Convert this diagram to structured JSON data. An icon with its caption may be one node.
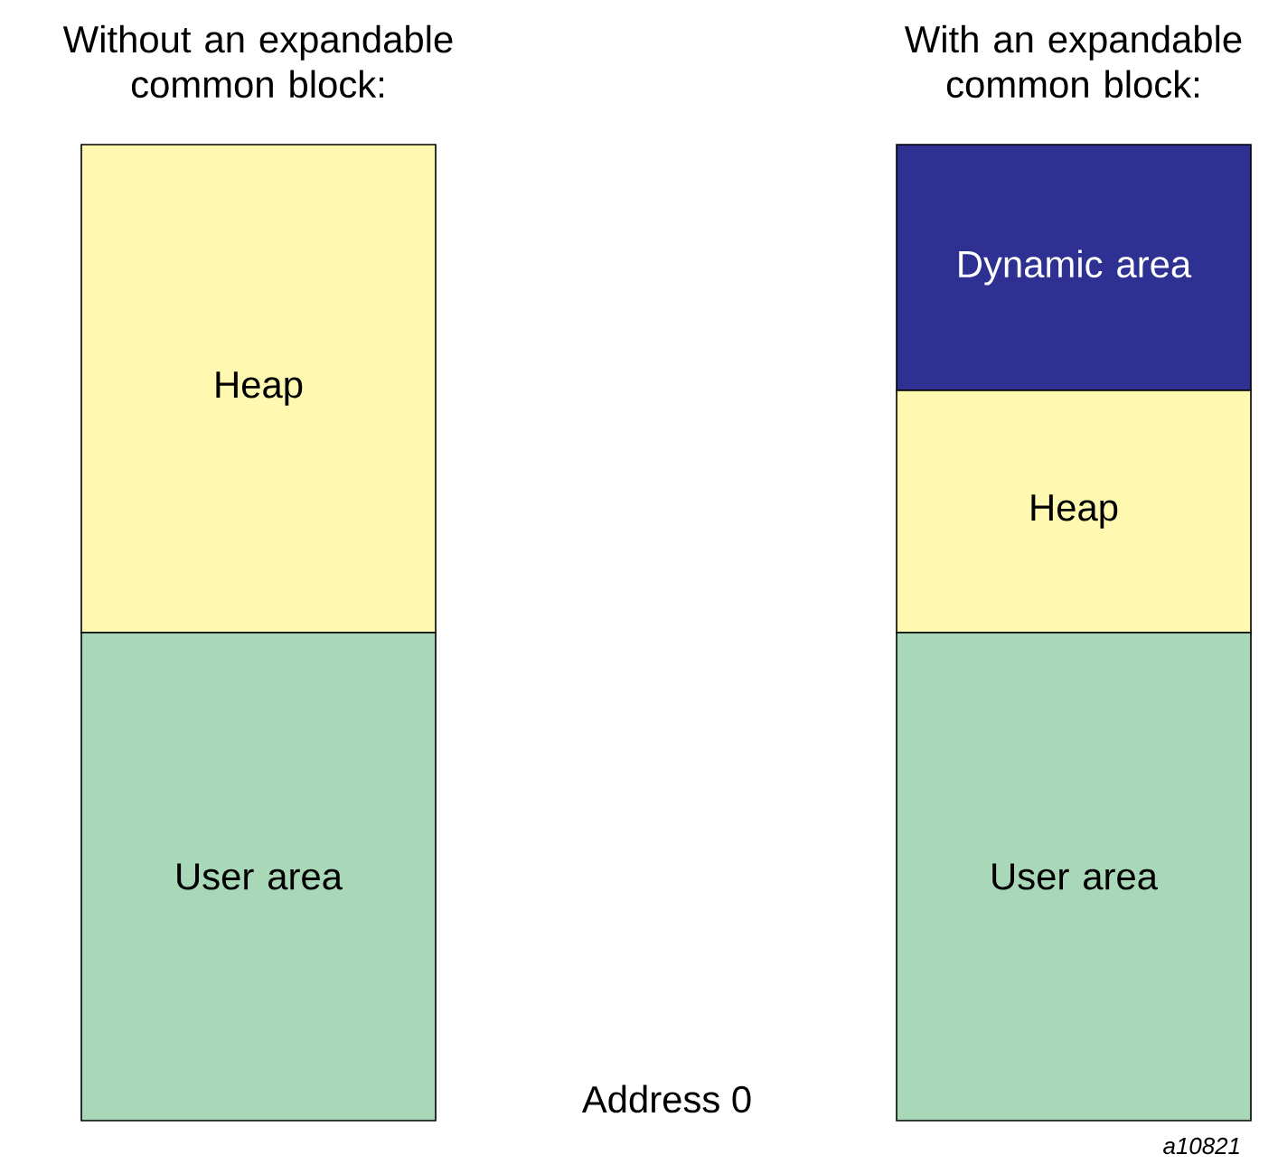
{
  "diagram": {
    "nodes": [
      {
        "text": [
          "Heap"
        ]
      },
      {
        "text": [
          "User area"
        ]
      },
      {
        "text": [
          "Dynamic area"
        ]
      },
      {
        "text": [
          "Heap"
        ]
      },
      {
        "text": [
          "User area"
        ]
      }
    ],
    "labels": [
      "Without an expandable common block:",
      "With an expandable common block:",
      "Address 0",
      "a10821"
    ]
  }
}
